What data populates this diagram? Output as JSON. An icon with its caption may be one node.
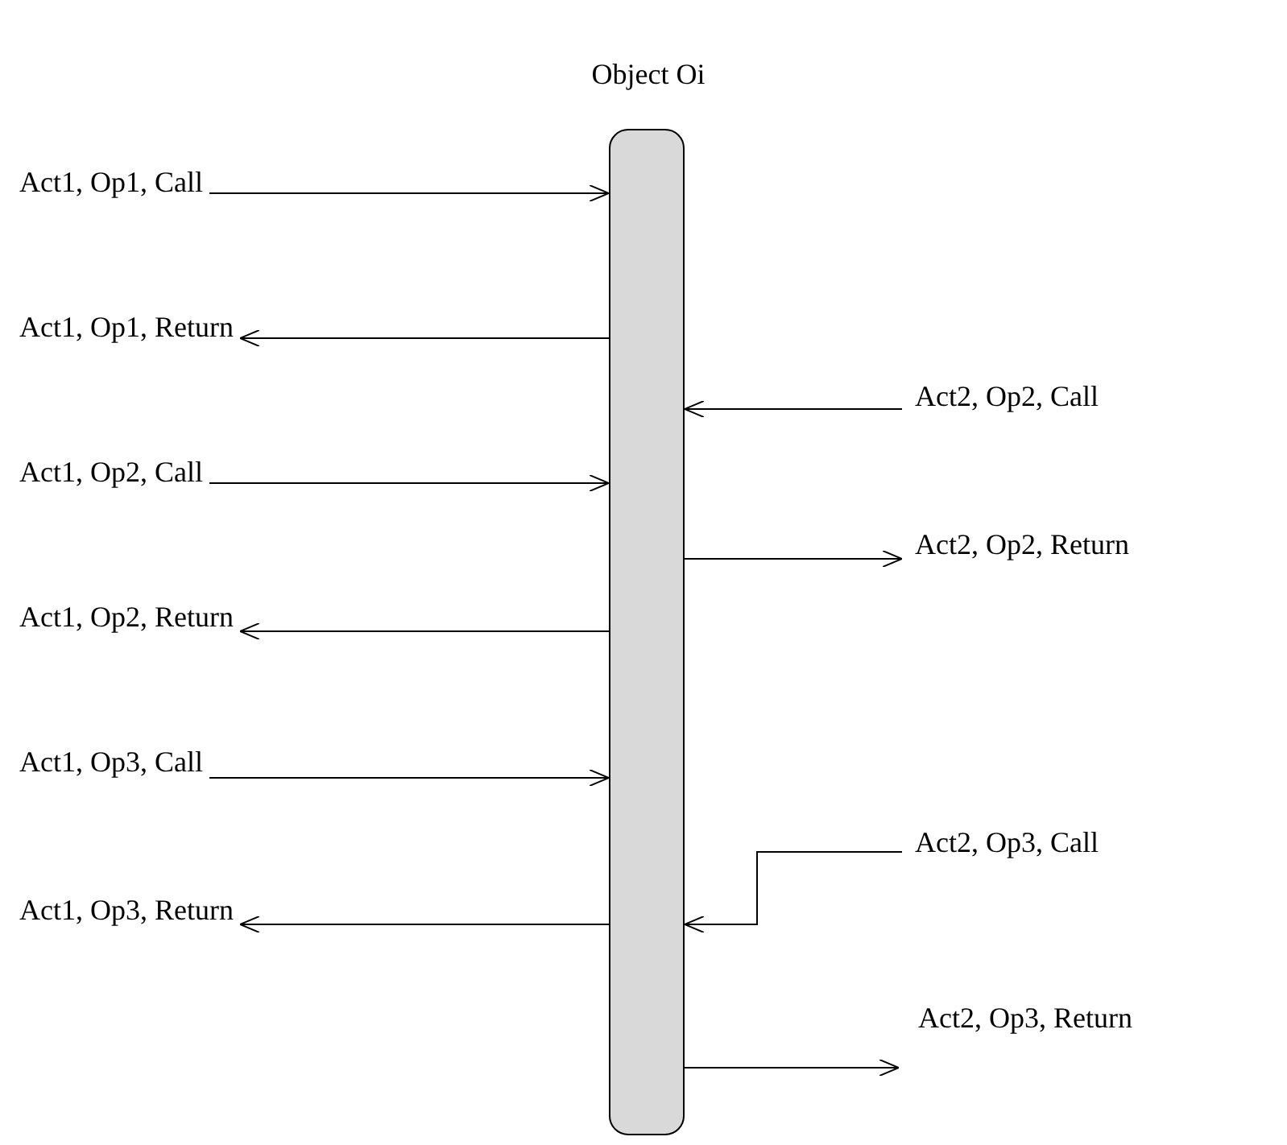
{
  "diagram": {
    "nodes": [
      {
        "text": [
          "Object Oi"
        ]
      },
      {
        "text": [
          "Act1, Op1, Call"
        ]
      },
      {
        "text": [
          "Act1, Op1, Return"
        ]
      },
      {
        "text": [
          "Act2, Op2, Call"
        ]
      },
      {
        "text": [
          "Act1, Op2, Call"
        ]
      },
      {
        "text": [
          "Act2, Op2, Return"
        ]
      },
      {
        "text": [
          "Act1, Op2, Return"
        ]
      },
      {
        "text": [
          "Act1, Op3, Call"
        ]
      },
      {
        "text": [
          "Act2, Op3, Call"
        ]
      },
      {
        "text": [
          "Act1, Op3, Return"
        ]
      },
      {
        "text": [
          "Act2, Op3, Return"
        ]
      }
    ],
    "edges": [
      {
        "from": 1,
        "to": 0,
        "arrow": "to"
      },
      {
        "from": 0,
        "to": 2,
        "arrow": "to"
      },
      {
        "from": 3,
        "to": 0,
        "arrow": "to"
      },
      {
        "from": 4,
        "to": 0,
        "arrow": "to"
      },
      {
        "from": 0,
        "to": 5,
        "arrow": "to"
      },
      {
        "from": 0,
        "to": 6,
        "arrow": "to"
      },
      {
        "from": 7,
        "to": 0,
        "arrow": "to"
      },
      {
        "from": 8,
        "to": 0,
        "arrow": "to"
      },
      {
        "from": 0,
        "to": 9,
        "arrow": "to"
      },
      {
        "from": 0,
        "to": 10,
        "arrow": "to"
      }
    ]
  }
}
